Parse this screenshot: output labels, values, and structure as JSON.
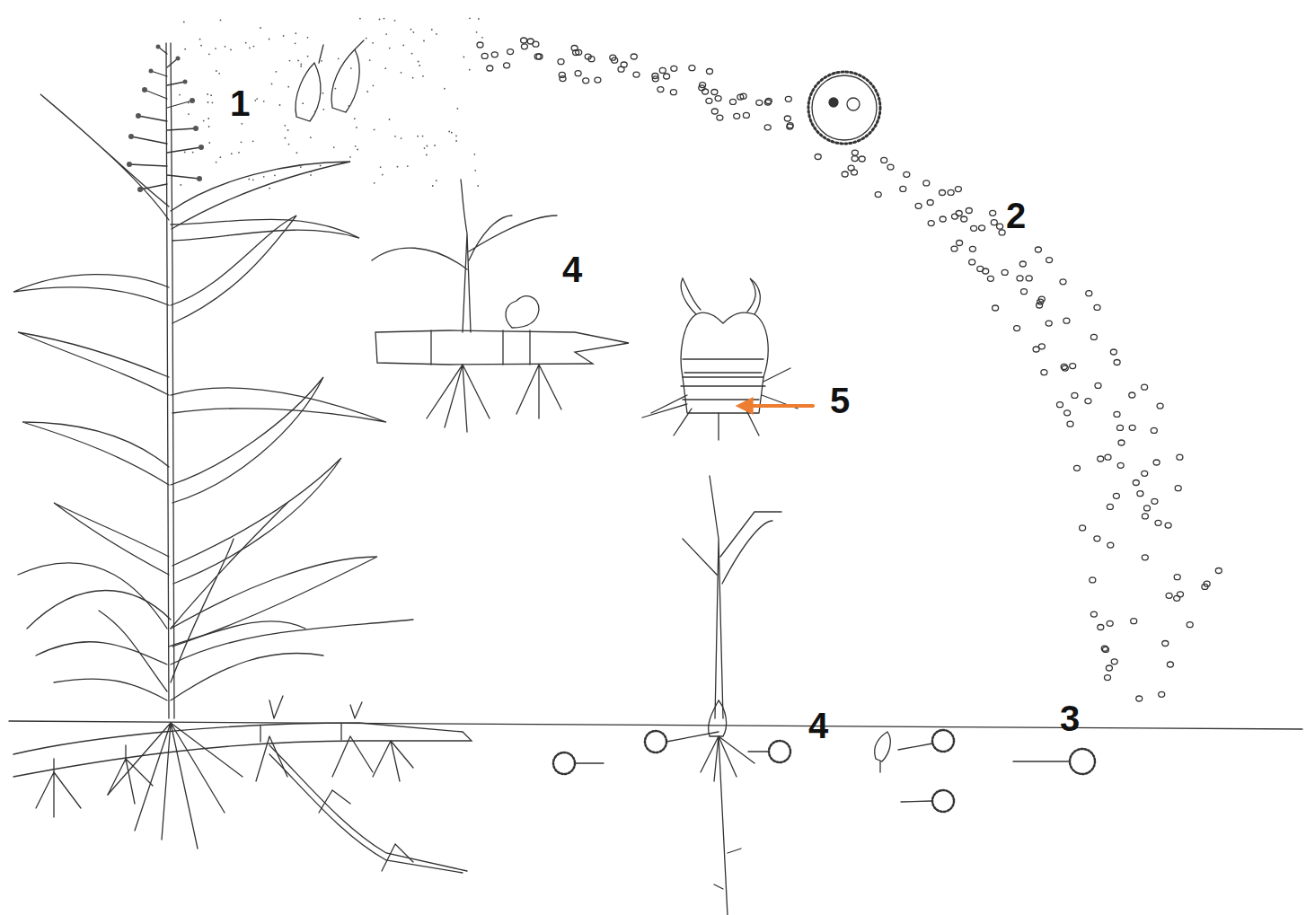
{
  "diagram": {
    "labels": [
      "1",
      "2",
      "4",
      "5",
      "4",
      "3"
    ]
  }
}
